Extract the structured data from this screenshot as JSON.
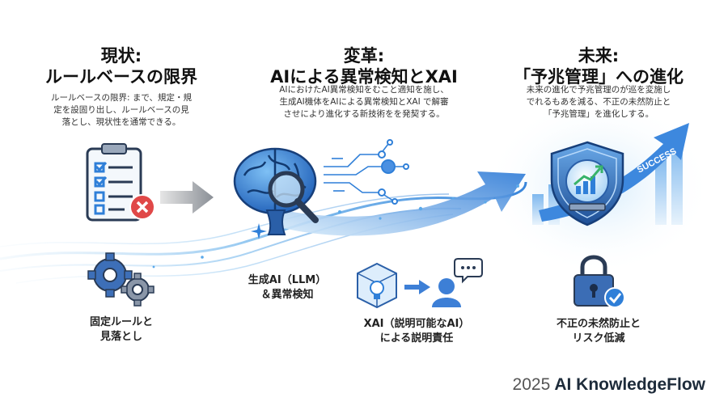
{
  "columns": [
    {
      "title_line1": "現状:",
      "title_line2": "ルールベースの限界",
      "desc_lines": [
        "ルールベースの限界: まで、規定・規",
        "定を設固り出し、ルールベースの見",
        "落とし、現状性を通常できる。"
      ],
      "bottom_label_lines": [
        "固定ルールと",
        "見落とし"
      ]
    },
    {
      "title_line1": "変革:",
      "title_line2": "AIによる異常検知とXAI",
      "desc_lines": [
        "AIにおけたAI異常検知をむこと適知を施し、",
        "生成AI機体をAIによる異常検知とXAI で解審",
        "させにより進化する新技術をを発契する。"
      ],
      "mid_label_lines": [
        "生成AI（LLM）",
        "＆異常検知"
      ],
      "bottom_label_lines": [
        "XAI（説明可能なAI）",
        "による説明責任"
      ]
    },
    {
      "title_line1": "未来:",
      "title_line2": "「予兆管理」への進化",
      "desc_lines": [
        "未来の進化で予兆管理のが巡を変施し",
        "でれるもあを減る、不正の未然防止と",
        "「予兆管理」を進化しする。"
      ],
      "badge_text": "SUCCESS",
      "bottom_label_lines": [
        "不正の未然防止と",
        "リスク低減"
      ]
    }
  ],
  "footer": {
    "year": "2025",
    "brand": "AI KnowledgeFlow"
  },
  "colors": {
    "accent_blue": "#2f7fd8",
    "light_blue": "#9fd0f5",
    "dark_outline": "#2a3b55",
    "error_red": "#e04848",
    "success_green": "#38b36a"
  }
}
